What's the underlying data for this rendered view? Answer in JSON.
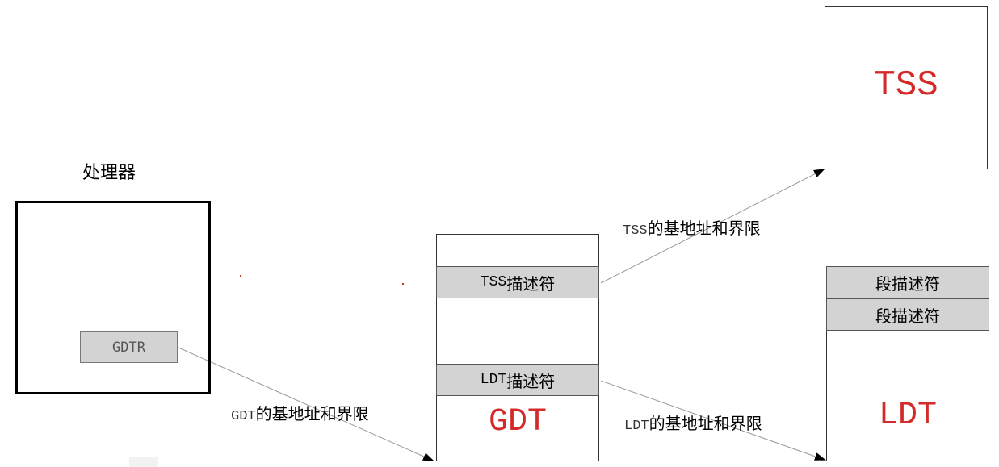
{
  "processor": {
    "title": "处理器",
    "register": "GDTR"
  },
  "gdt": {
    "tss_descriptor_prefix": "TSS",
    "tss_descriptor_suffix": "描述符",
    "ldt_descriptor_prefix": "LDT",
    "ldt_descriptor_suffix": "描述符",
    "name": "GDT"
  },
  "tss": {
    "name": "TSS"
  },
  "ldt": {
    "segment_descriptors": [
      "段描述符",
      "段描述符"
    ],
    "name": "LDT"
  },
  "edges": {
    "gdt_base_prefix": "GDT",
    "gdt_base_suffix": "的基地址和界限",
    "tss_base_prefix": "TSS",
    "tss_base_suffix": "的基地址和界限",
    "ldt_base_prefix": "LDT",
    "ldt_base_suffix": "的基地址和界限"
  },
  "colors": {
    "label_red": "#d42a2a",
    "descriptor_fill": "#d3d3d3"
  }
}
